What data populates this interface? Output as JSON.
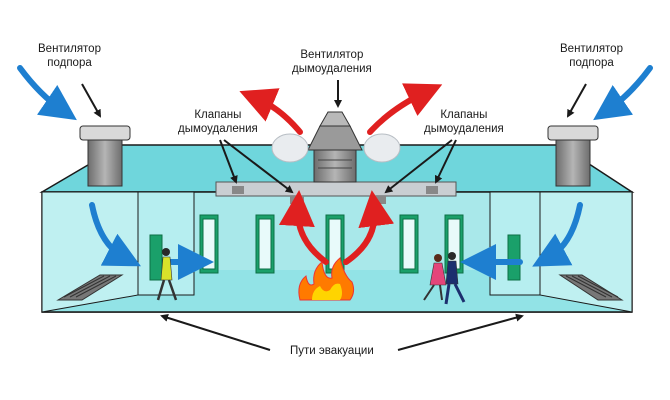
{
  "labels": {
    "supply_fan_left": [
      "Вентилятор",
      "подпора"
    ],
    "supply_fan_right": [
      "Вентилятор",
      "подпора"
    ],
    "exhaust_fan": [
      "Вентилятор",
      "дымоудаления"
    ],
    "valves_left": [
      "Клапаны",
      "дымоудаления"
    ],
    "valves_right": [
      "Клапаны",
      "дымоудаления"
    ],
    "evacuation_paths": "Пути эвакуации"
  },
  "colors": {
    "ceiling": "#6fd6dc",
    "floor": "#7fdfe4",
    "wall": "#a9e8ea",
    "supply_arrow": "#1e7fd0",
    "smoke_arrow": "#e02020",
    "duct": "#c9ced2",
    "door_frame": "#1aa06a",
    "fire": "#ff7a00",
    "outline": "#1a1a1a"
  },
  "icons": [
    "supply-fan-icon",
    "exhaust-fan-icon",
    "fire-icon",
    "person-icon",
    "smoke-cloud-icon",
    "floor-grille-icon"
  ]
}
